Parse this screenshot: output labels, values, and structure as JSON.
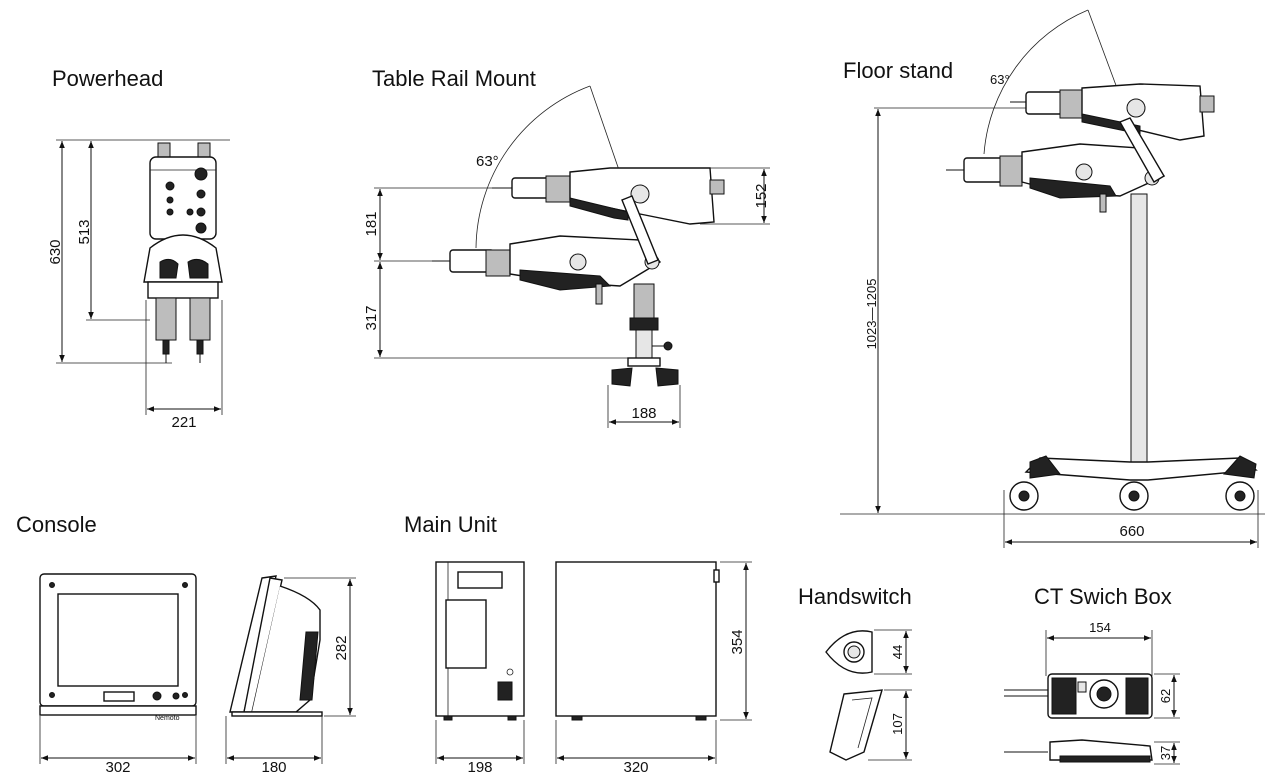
{
  "titles": {
    "powerhead": "Powerhead",
    "table_rail": "Table Rail Mount",
    "floor_stand": "Floor stand",
    "console": "Console",
    "main_unit": "Main Unit",
    "handswitch": "Handswitch",
    "ct_box": "CT Swich Box"
  },
  "dims": {
    "ph_630": "630",
    "ph_513": "513",
    "ph_221": "221",
    "tr_angle": "63°",
    "tr_181": "181",
    "tr_317": "317",
    "tr_188": "188",
    "tr_152": "152",
    "fs_angle": "63°",
    "fs_height": "1023—1205",
    "fs_660": "660",
    "co_302": "302",
    "co_180": "180",
    "co_282": "282",
    "mu_198": "198",
    "mu_320": "320",
    "mu_354": "354",
    "hs_44": "44",
    "hs_107": "107",
    "ct_154": "154",
    "ct_62": "62",
    "ct_37": "37"
  },
  "logo_text": "Nemoto"
}
